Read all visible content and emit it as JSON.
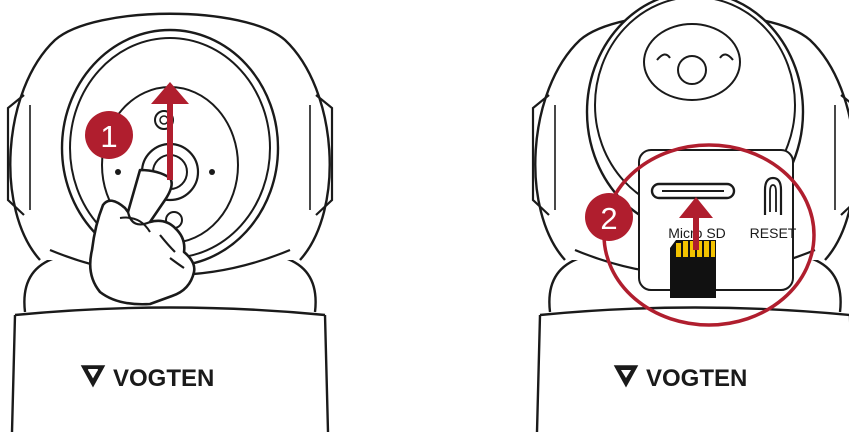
{
  "brand": {
    "name": "VOGTEN"
  },
  "steps": [
    {
      "number": "1"
    },
    {
      "number": "2"
    }
  ],
  "ports": {
    "microsd_label": "Micro SD",
    "reset_label": "RESET"
  },
  "colors": {
    "accent": "#b01e2e",
    "ink": "#1a1a1a",
    "background": "#ffffff",
    "sdcard_contacts": "#f2c200"
  },
  "icons": [
    "logo-mark-icon",
    "hand-icon",
    "arrow-up-icon",
    "microsd-card-icon"
  ]
}
